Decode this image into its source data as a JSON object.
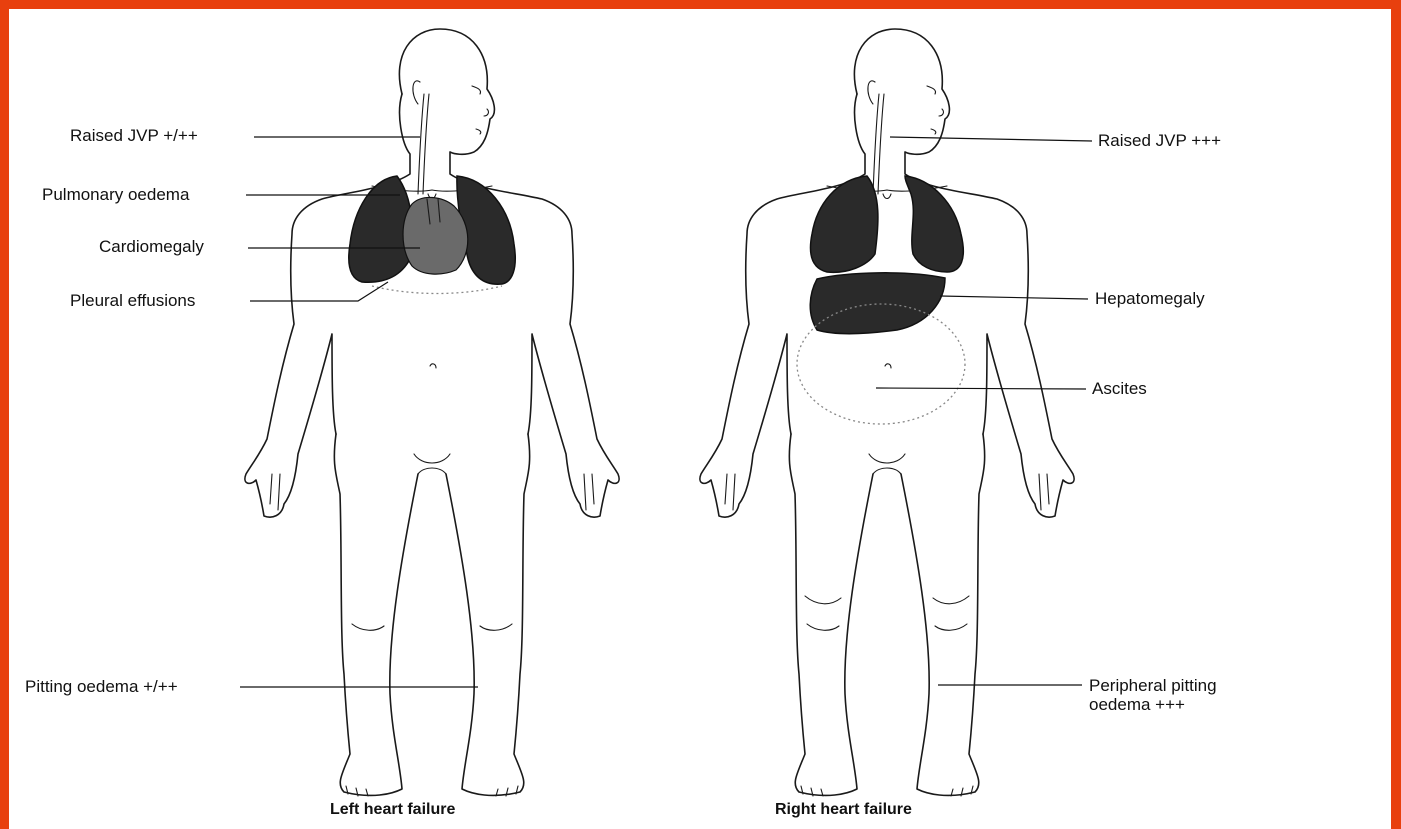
{
  "colors": {
    "frame": "#e8400e",
    "ink": "#111111",
    "background": "#ffffff"
  },
  "left_figure": {
    "caption": "Left heart failure",
    "labels": {
      "jvp": "Raised JVP +/++",
      "pulmonary": "Pulmonary oedema",
      "cardiomegaly": "Cardiomegaly",
      "pleural": "Pleural effusions",
      "pitting": "Pitting oedema +/++"
    }
  },
  "right_figure": {
    "caption": "Right heart failure",
    "labels": {
      "jvp": "Raised JVP +++",
      "hepatomegaly": "Hepatomegaly",
      "ascites": "Ascites",
      "peripheral_line1": "Peripheral pitting",
      "peripheral_line2": "oedema +++"
    }
  }
}
